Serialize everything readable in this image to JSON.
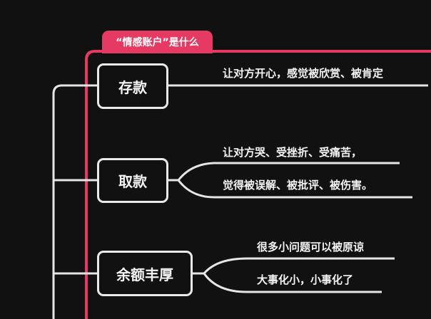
{
  "title": "“情感账户”是什么",
  "colors": {
    "accent": "#e63a62",
    "background": "#111112",
    "line": "#eaeaea"
  },
  "nodes": [
    {
      "label": "存款",
      "children": [
        "让对方开心，感觉被欣赏、被肯定"
      ]
    },
    {
      "label": "取款",
      "children": [
        "让对方哭、受挫折、受痛苦，",
        "觉得被误解、被批评、被伤害。"
      ]
    },
    {
      "label": "余额丰厚",
      "children": [
        "很多小问题可以被原谅",
        "大事化小，小事化了"
      ]
    }
  ]
}
